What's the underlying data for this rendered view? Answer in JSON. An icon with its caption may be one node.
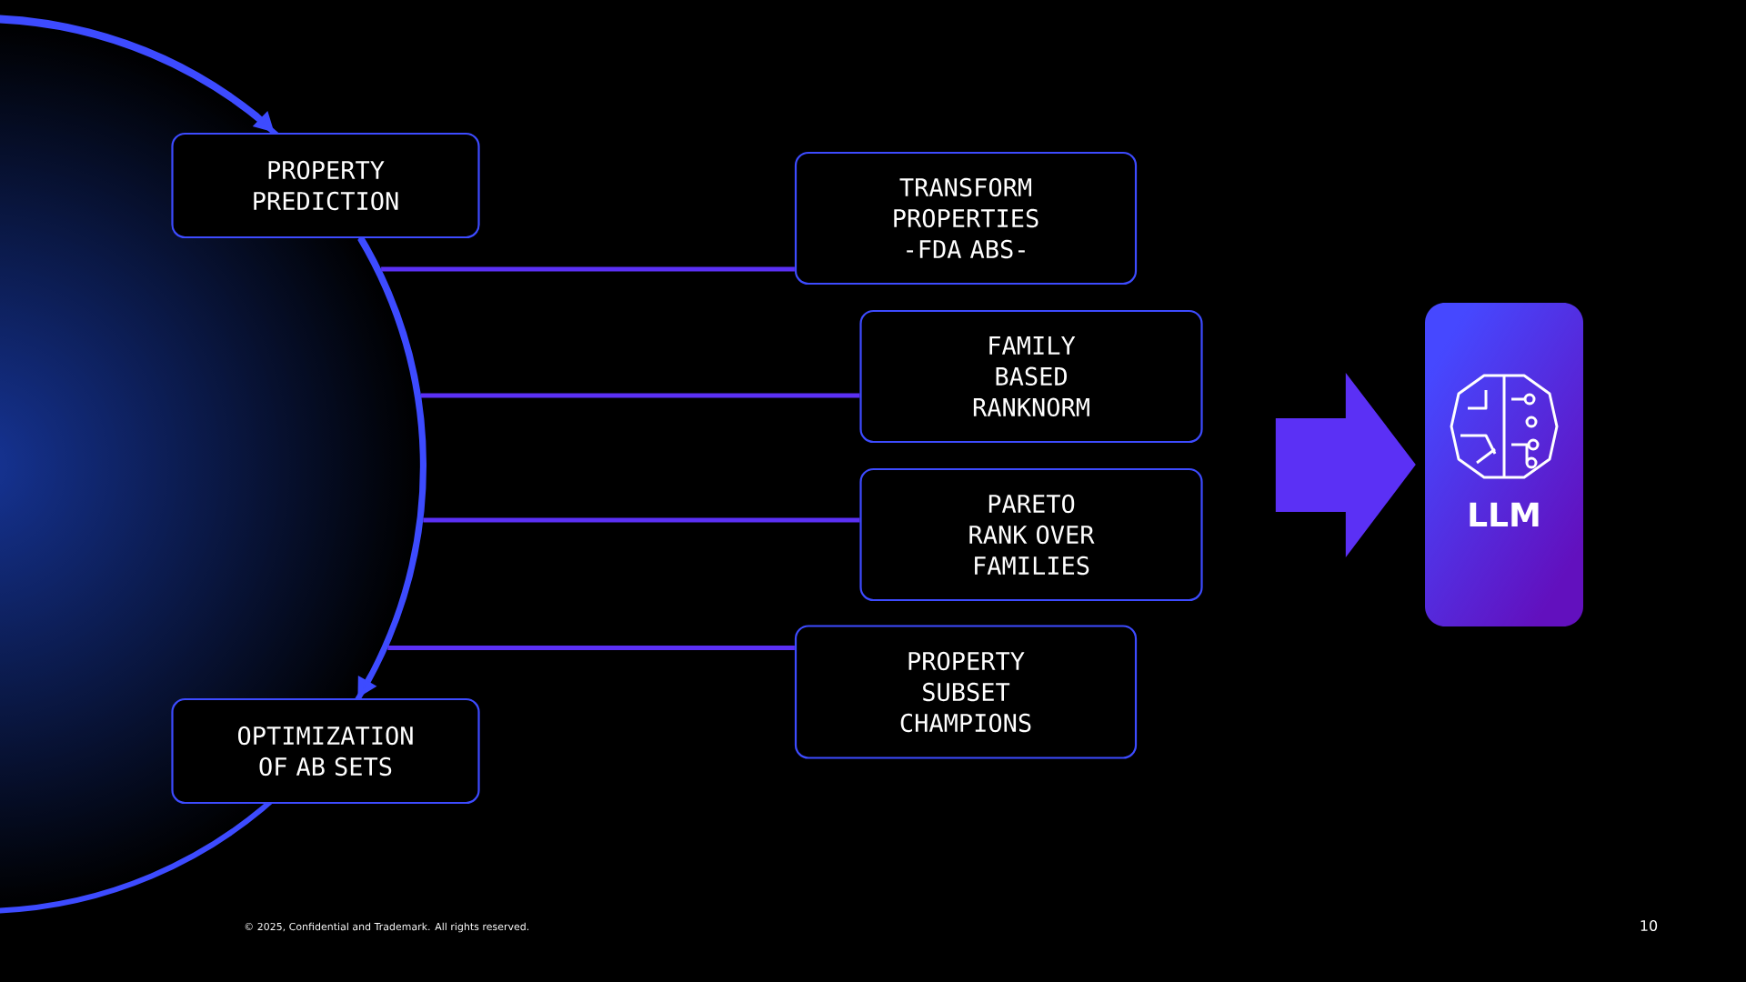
{
  "diagram": {
    "nodes": [
      {
        "text": [],
        "shape": "circle"
      },
      {
        "text": [
          "PROPERTY PREDICTION"
        ]
      },
      {
        "text": [
          "TRANSFORM PROPERTIES -FDA ABS-"
        ]
      },
      {
        "text": [
          "FAMILY BASED RANKNORM"
        ]
      },
      {
        "text": [
          "PARETO RANK OVER FAMILIES"
        ]
      },
      {
        "text": [
          "PROPERTY SUBSET CHAMPIONS"
        ]
      },
      {
        "text": [
          "OPTIMIZATION OF AB SETS"
        ]
      },
      {
        "text": [
          "LLM"
        ]
      }
    ],
    "edges": [
      {
        "from": 0,
        "to": 1,
        "arrow": "to",
        "color": "#3d4bff"
      },
      {
        "from": 1,
        "to": 6,
        "arrow": "to",
        "color": "#3d4bff"
      },
      {
        "from": 0,
        "to": 2,
        "arrow": "none"
      },
      {
        "from": 0,
        "to": 3,
        "arrow": "none"
      },
      {
        "from": 0,
        "to": 4,
        "arrow": "none"
      },
      {
        "from": 0,
        "to": 5,
        "arrow": "none"
      },
      {
        "from": null,
        "to": 7,
        "arrow": "to"
      }
    ],
    "labels": [
      "© 2025, Confidential and Trademark. All rights reserved.",
      "10"
    ]
  }
}
